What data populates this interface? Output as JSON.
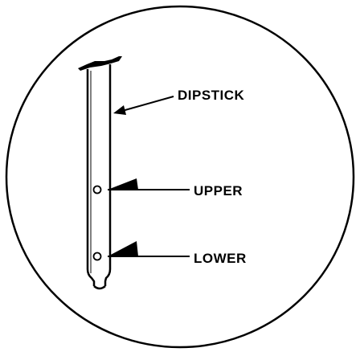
{
  "labels": {
    "dipstick": "DIPSTICK",
    "upper": "UPPER",
    "lower": "LOWER"
  },
  "colors": {
    "ink": "#000000",
    "paper": "#ffffff"
  }
}
